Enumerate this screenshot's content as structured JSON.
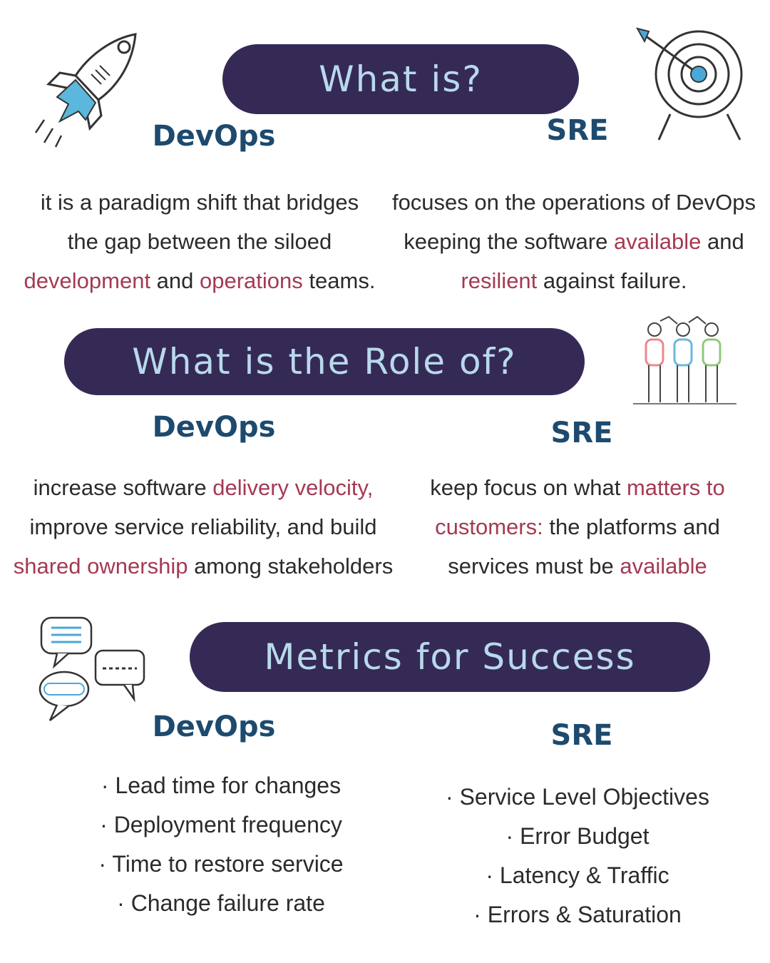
{
  "sections": {
    "what_is": {
      "title": "What is?",
      "devops_heading": "DevOps",
      "sre_heading": "SRE",
      "devops_text": {
        "l1": "it is a paradigm shift that bridges",
        "l2": "the gap between the siloed",
        "l3_hl1": "development",
        "l3_mid": " and ",
        "l3_hl2": "operations",
        "l3_end": " teams."
      },
      "sre_text": {
        "l1": "focuses on the operations of DevOps",
        "l2_pre": "keeping the software ",
        "l2_hl": "available",
        "l2_end": " and",
        "l3_hl": "resilient",
        "l3_end": " against failure."
      }
    },
    "role": {
      "title": "What is the Role of?",
      "devops_heading": "DevOps",
      "sre_heading": "SRE",
      "devops_text": {
        "l1_pre": "increase software ",
        "l1_hl": "delivery velocity,",
        "l2": "improve service reliability, and build",
        "l3_hl": "shared ownership",
        "l3_end": " among stakeholders"
      },
      "sre_text": {
        "l1_pre": "keep focus on what ",
        "l1_hl": "matters to",
        "l2_hl": "customers:",
        "l2_end": " the platforms and",
        "l3_pre": "services must be ",
        "l3_hl": "available"
      }
    },
    "metrics": {
      "title": "Metrics for Success",
      "devops_heading": "DevOps",
      "sre_heading": "SRE",
      "devops_items": [
        "Lead time for changes",
        "Deployment frequency",
        "Time to restore service",
        "Change failure rate"
      ],
      "sre_items": [
        "Service Level Objectives",
        "Error Budget",
        "Latency & Traffic",
        "Errors & Saturation"
      ]
    }
  },
  "icons": [
    "rocket-icon",
    "target-icon",
    "team-icon",
    "chat-bubbles-icon"
  ],
  "colors": {
    "banner": "#352a55",
    "banner_text": "#b8d9ec",
    "heading": "#1d4a6e",
    "highlight": "#a43a52",
    "body_text": "#2b2b2b"
  }
}
